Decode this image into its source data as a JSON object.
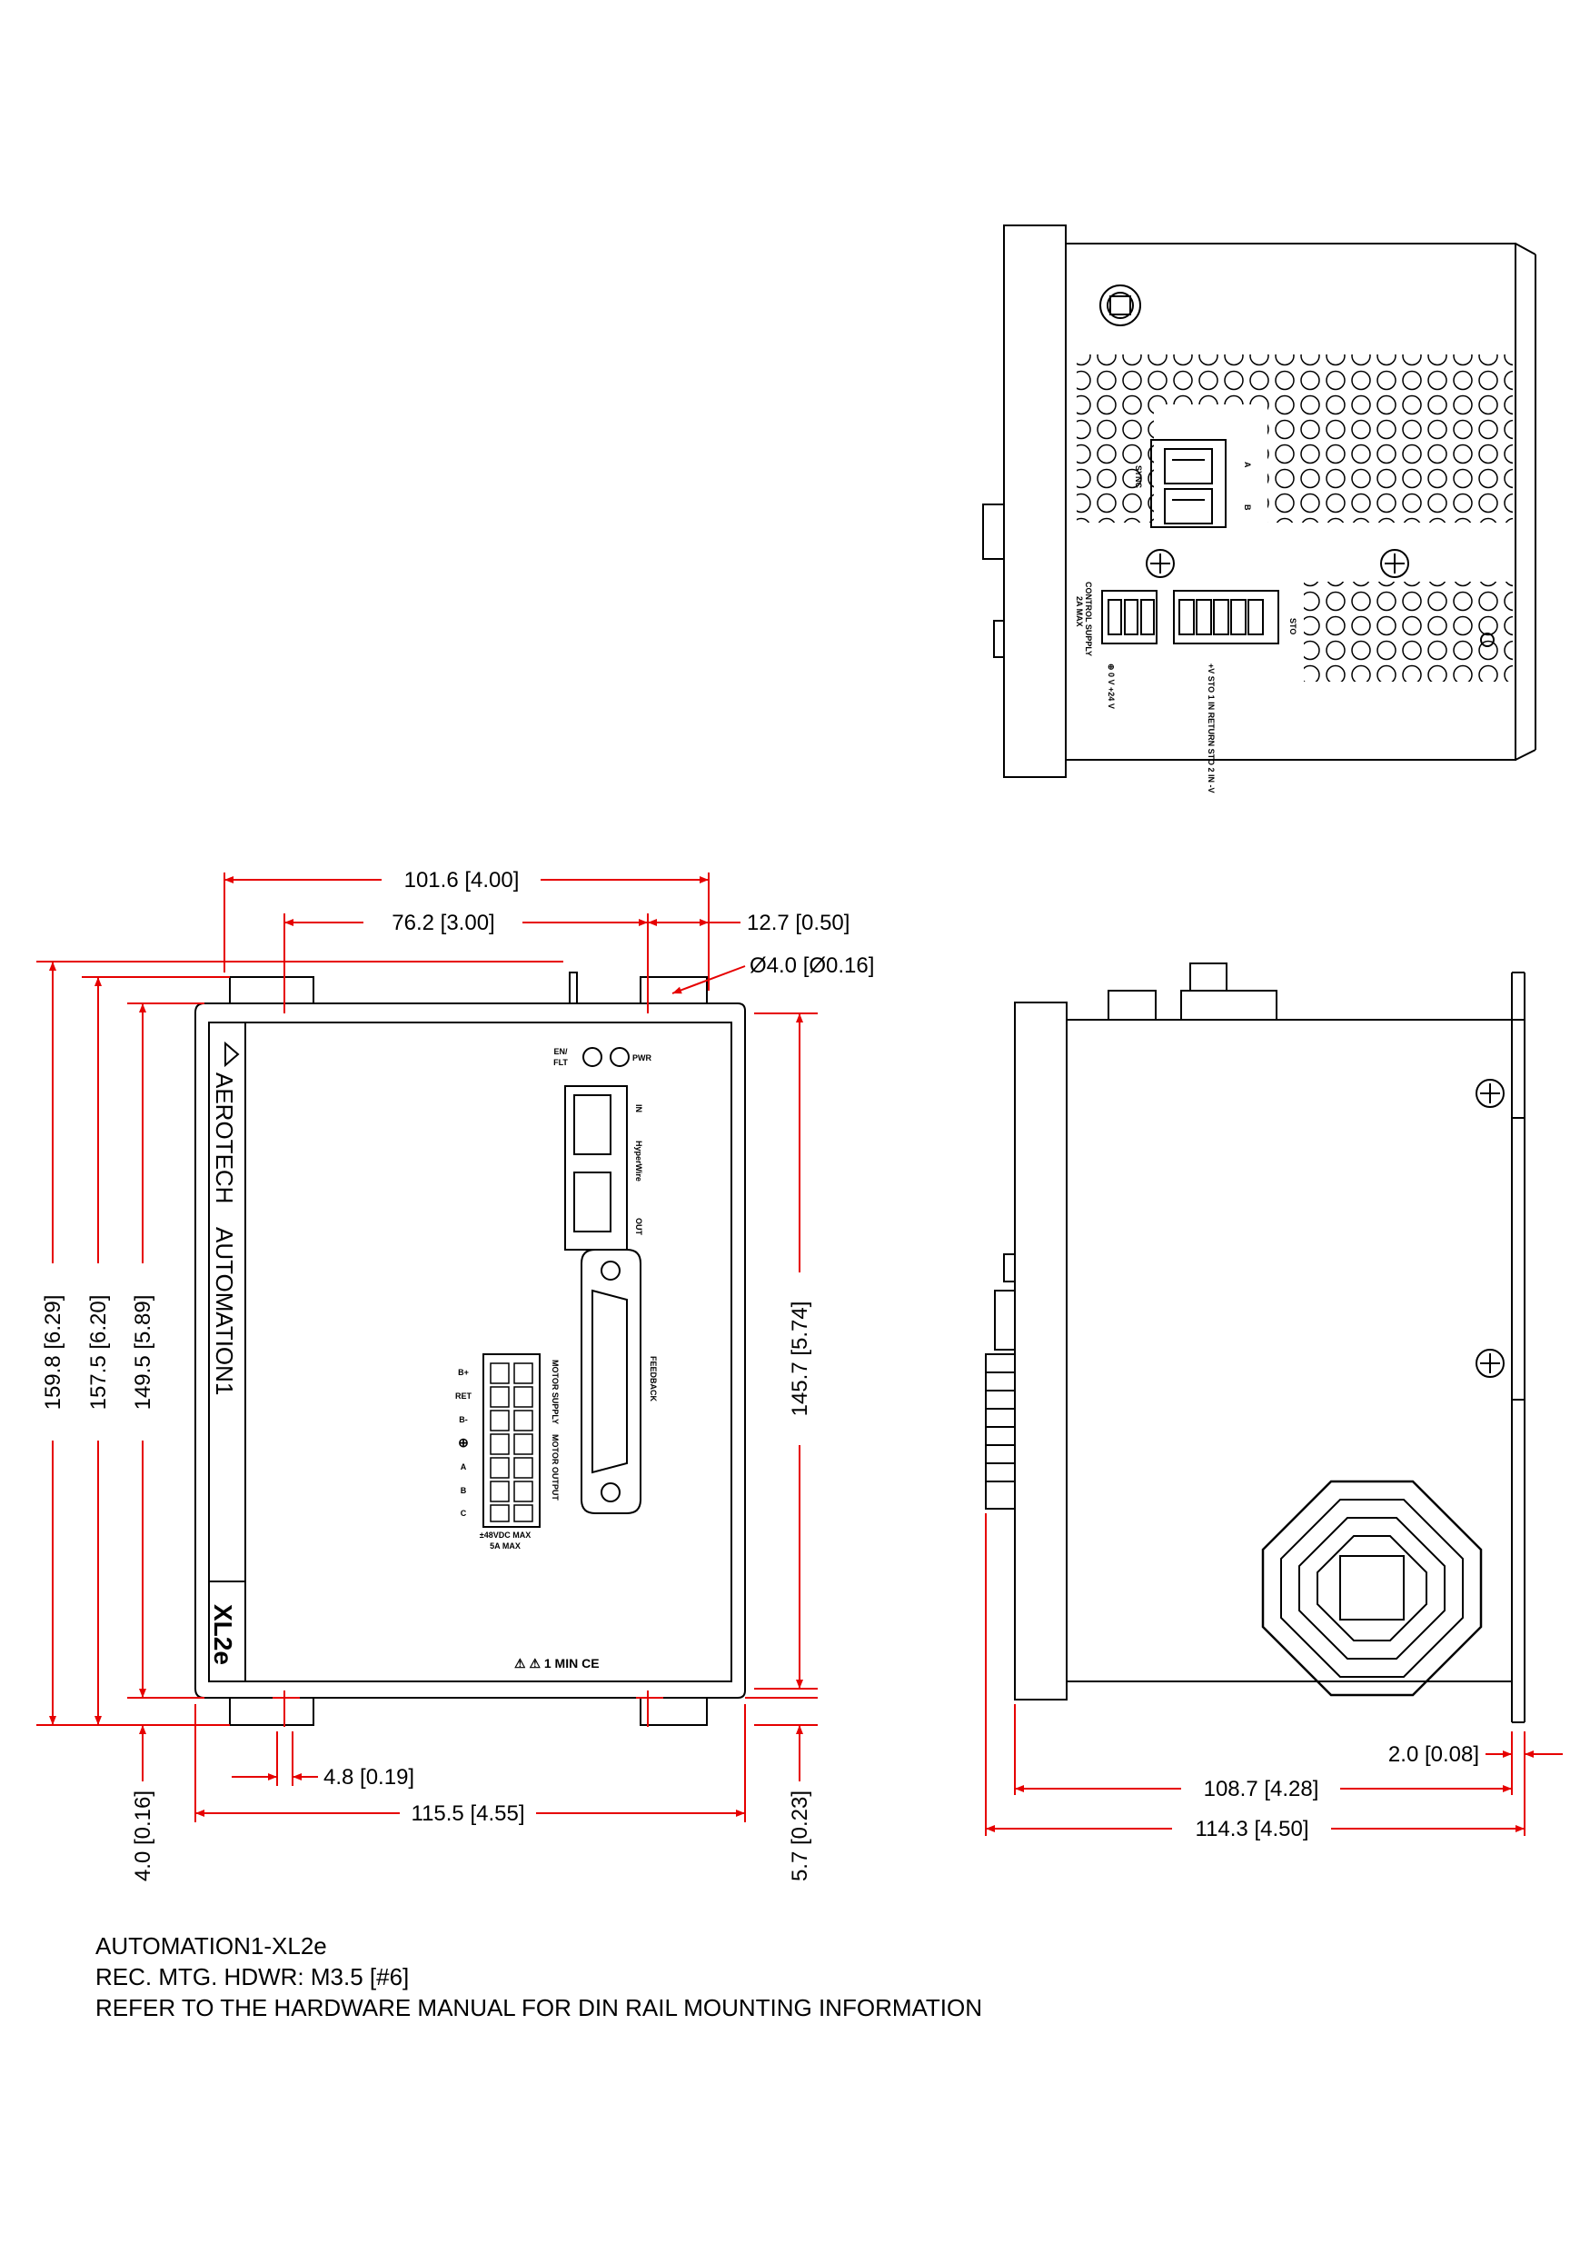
{
  "notes": {
    "model": "AUTOMATION1-XL2e",
    "hardware": "REC. MTG. HDWR: M3.5 [#6]",
    "din_rail": "REFER TO THE HARDWARE MANUAL FOR DIN RAIL MOUNTING INFORMATION"
  },
  "dimensions": {
    "overall_hole_width": "101.6 [4.00]",
    "hole_spacing": "76.2 [3.00]",
    "hole_offset": "12.7 [0.50]",
    "hole_diameter": "Ø4.0 [Ø0.16]",
    "height_overall": "159.8 [6.29]",
    "height_2": "157.5 [6.20]",
    "height_3": "149.5 [5.89]",
    "height_right": "145.7 [5.74]",
    "slot_width": "4.8 [0.19]",
    "overall_width": "115.5 [4.55]",
    "bottom_left": "4.0 [0.16]",
    "bottom_right": "5.7 [0.23]",
    "flange": "2.0 [0.08]",
    "depth_1": "108.7 [4.28]",
    "depth_2": "114.3 [4.50]"
  },
  "front_panel": {
    "brand": "AEROTECH",
    "product": "AUTOMATION1",
    "model_label": "XL2e",
    "led_en": "EN/",
    "led_flt": "FLT",
    "led_pwr": "PWR",
    "port_in": "IN",
    "port_out": "OUT",
    "port_name": "HyperWire",
    "feedback": "FEEDBACK",
    "motor_supply": "MOTOR SUPPLY",
    "motor_output": "MOTOR OUTPUT",
    "pin_labels": [
      "B+",
      "RET",
      "B-",
      "⊕",
      "A",
      "B",
      "C"
    ],
    "rating_1": "±48VDC MAX",
    "rating_2": "5A MAX",
    "warning": "⚠ ⚠ 1 MIN CE"
  },
  "top_view": {
    "sync": "SYNC",
    "port_a": "A",
    "port_b": "B",
    "control_supply_1": "CONTROL SUPPLY",
    "control_supply_2": "2A MAX",
    "cs_pins": "⊕ 0 V +24 V",
    "sto": "STO",
    "sto_pins": "+V STO 1 IN RETURN STO 2 IN -V"
  },
  "colors": {
    "dimension": "#e60000",
    "outline": "#000000"
  }
}
